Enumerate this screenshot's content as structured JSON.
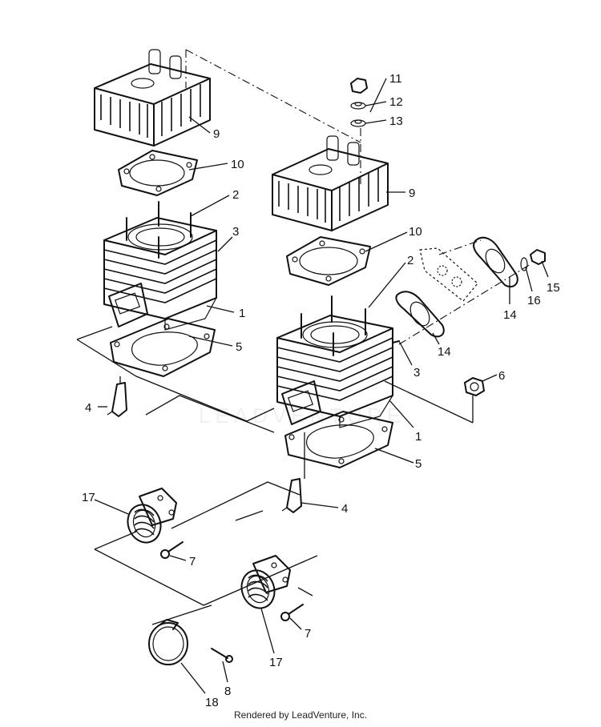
{
  "callouts": {
    "c1a": "1",
    "c1b": "1",
    "c2a": "2",
    "c2b": "2",
    "c3a": "3",
    "c3b": "3",
    "c4a": "4",
    "c4b": "4",
    "c5a": "5",
    "c5b": "5",
    "c6": "6",
    "c7a": "7",
    "c7b": "7",
    "c8": "8",
    "c9a": "9",
    "c9b": "9",
    "c10a": "10",
    "c10b": "10",
    "c11": "11",
    "c12": "12",
    "c13": "13",
    "c14a": "14",
    "c14b": "14",
    "c15": "15",
    "c16": "16",
    "c17a": "17",
    "c17b": "17",
    "c18": "18"
  },
  "watermark": "LEADVENTURE",
  "footer": {
    "credit": "Rendered by LeadVenture, Inc."
  }
}
